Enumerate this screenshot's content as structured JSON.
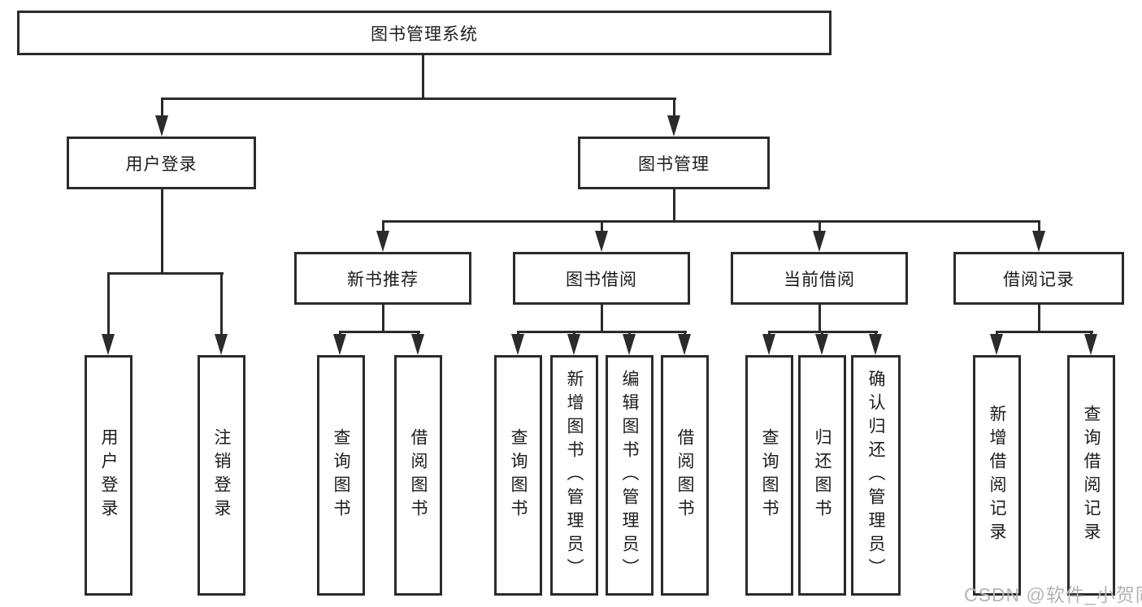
{
  "diagram": {
    "title": "图书管理系统",
    "colors": {
      "line": "#2b2b2b",
      "text": "#1c1c1c",
      "box_background": "#ffffff",
      "watermark": "#b4b4b4"
    },
    "nodes": {
      "root": {
        "label": "图书管理系统"
      },
      "level2": [
        {
          "label": "用户登录"
        },
        {
          "label": "图书管理"
        }
      ],
      "level3": [
        {
          "label": "新书推荐"
        },
        {
          "label": "图书借阅"
        },
        {
          "label": "当前借阅"
        },
        {
          "label": "借阅记录"
        }
      ],
      "leaves": [
        {
          "label": "用户登录"
        },
        {
          "label": "注销登录"
        },
        {
          "label": "查询图书"
        },
        {
          "label": "借阅图书"
        },
        {
          "label": "查询图书"
        },
        {
          "label": "新增图书（管理员）"
        },
        {
          "label": "编辑图书（管理员）"
        },
        {
          "label": "借阅图书"
        },
        {
          "label": "查询图书"
        },
        {
          "label": "归还图书"
        },
        {
          "label": "确认归还（管理员）"
        },
        {
          "label": "新增借阅记录"
        },
        {
          "label": "查询借阅记录"
        }
      ]
    },
    "watermark": "CSDN @软件_小贺同学"
  }
}
